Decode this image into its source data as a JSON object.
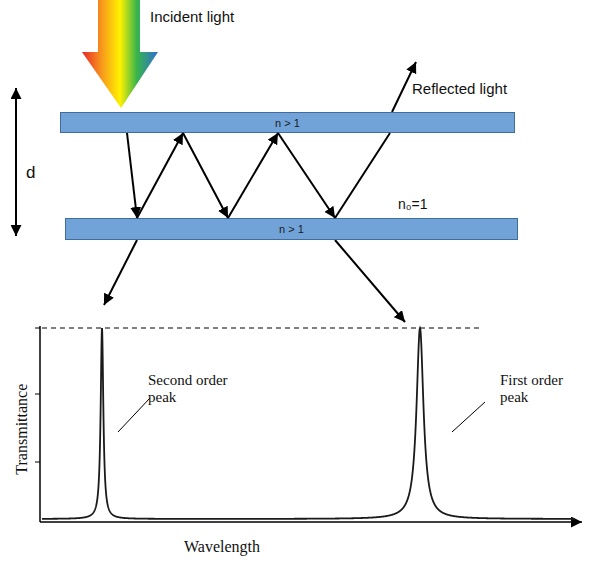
{
  "diagram": {
    "nodes": [
      {
        "text": [
          "n > 1"
        ]
      },
      {
        "text": [
          "n > 1"
        ]
      }
    ],
    "edges": [
      {
        "from": 0,
        "to": 1,
        "arrow": "to"
      },
      {
        "from": 1,
        "to": 0,
        "arrow": "to"
      },
      {
        "from": 0,
        "to": 1,
        "arrow": "to"
      },
      {
        "from": 1,
        "to": 0,
        "arrow": "to"
      },
      {
        "from": 0,
        "to": 1,
        "arrow": "to"
      },
      {
        "from": 1,
        "to": 0,
        "arrow": "none"
      }
    ],
    "labels": [
      "Incident light",
      "Reflected light",
      "d",
      "n₀=1",
      "Transmittance",
      "Second order peak",
      "First order peak",
      "Wavelength"
    ]
  }
}
